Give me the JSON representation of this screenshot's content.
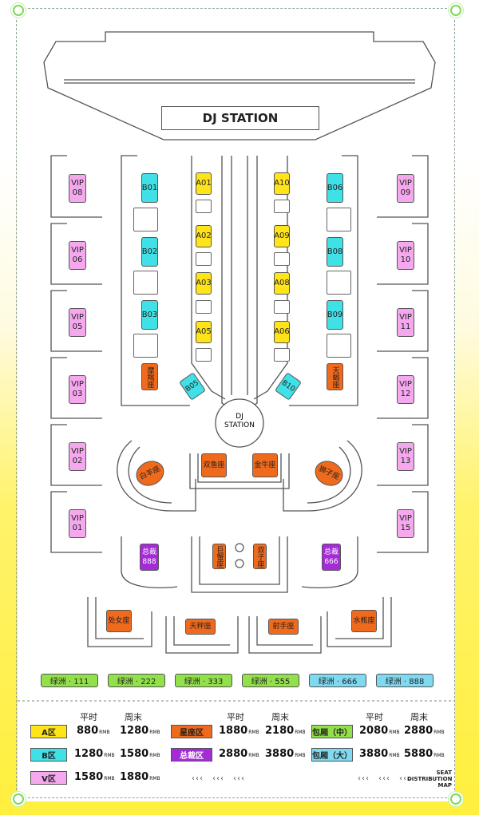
{
  "stage": {
    "title": "DJ STATION"
  },
  "booth": {
    "label_line1": "DJ",
    "label_line2": "STATION"
  },
  "vip_left": [
    {
      "line1": "VIP",
      "line2": "08"
    },
    {
      "line1": "VIP",
      "line2": "06"
    },
    {
      "line1": "VIP",
      "line2": "05"
    },
    {
      "line1": "VIP",
      "line2": "03"
    },
    {
      "line1": "VIP",
      "line2": "02"
    },
    {
      "line1": "VIP",
      "line2": "01"
    }
  ],
  "vip_right": [
    {
      "line1": "VIP",
      "line2": "09"
    },
    {
      "line1": "VIP",
      "line2": "10"
    },
    {
      "line1": "VIP",
      "line2": "11"
    },
    {
      "line1": "VIP",
      "line2": "12"
    },
    {
      "line1": "VIP",
      "line2": "13"
    },
    {
      "line1": "VIP",
      "line2": "15"
    }
  ],
  "b_left": [
    "B01",
    "B02",
    "B03"
  ],
  "b_right": [
    "B06",
    "B08",
    "B09"
  ],
  "a_left": [
    "A01",
    "A02",
    "A03",
    "A05"
  ],
  "a_right": [
    "A10",
    "A09",
    "A08",
    "A06"
  ],
  "b_diag": [
    "B05",
    "B10"
  ],
  "stars": {
    "capricorn": "摩羯座",
    "aquarius_top": "天蝎座",
    "aries": "白羊座",
    "pisces": "双鱼座",
    "taurus": "金牛座",
    "cancer_side": "狮子座",
    "cancer": "巨蟹座",
    "gemini": "双子座",
    "virgo": "处女座",
    "libra": "天秤座",
    "sagittarius": "射手座",
    "aquarius": "水瓶座"
  },
  "boss": [
    {
      "line1": "总裁",
      "line2": "888"
    },
    {
      "line1": "总裁",
      "line2": "666"
    }
  ],
  "booths": [
    {
      "label": "绿洲 · 111"
    },
    {
      "label": "绿洲 · 222"
    },
    {
      "label": "绿洲 · 333"
    },
    {
      "label": "绿洲 · 555"
    },
    {
      "label": "绿洲 · 666"
    },
    {
      "label": "绿洲 · 888"
    }
  ],
  "legend": {
    "weekday": "平时",
    "weekend": "周末",
    "rows": [
      {
        "name": "A区",
        "p1": "880",
        "p2": "1280"
      },
      {
        "name": "B区",
        "p1": "1280",
        "p2": "1580"
      },
      {
        "name": "V区",
        "p1": "1580",
        "p2": "1880"
      },
      {
        "name": "星座区",
        "p1": "1880",
        "p2": "2180"
      },
      {
        "name": "总裁区",
        "p1": "2880",
        "p2": "3880"
      },
      {
        "name": "包厢（中）",
        "p1": "2080",
        "p2": "2880"
      },
      {
        "name": "包厢（大）",
        "p1": "3880",
        "p2": "5880"
      }
    ],
    "unit": "RMB",
    "arrows": "‹‹‹",
    "map_label": [
      "SEAT",
      "DISTRIBUTION",
      "MAP"
    ]
  },
  "colors": {
    "vip": "#f5a8ee",
    "a": "#ffe41a",
    "b": "#3fe0e6",
    "star": "#f06a1d",
    "boss": "#a52bd6",
    "green": "#92e04a",
    "cyan": "#7fd9f0"
  }
}
